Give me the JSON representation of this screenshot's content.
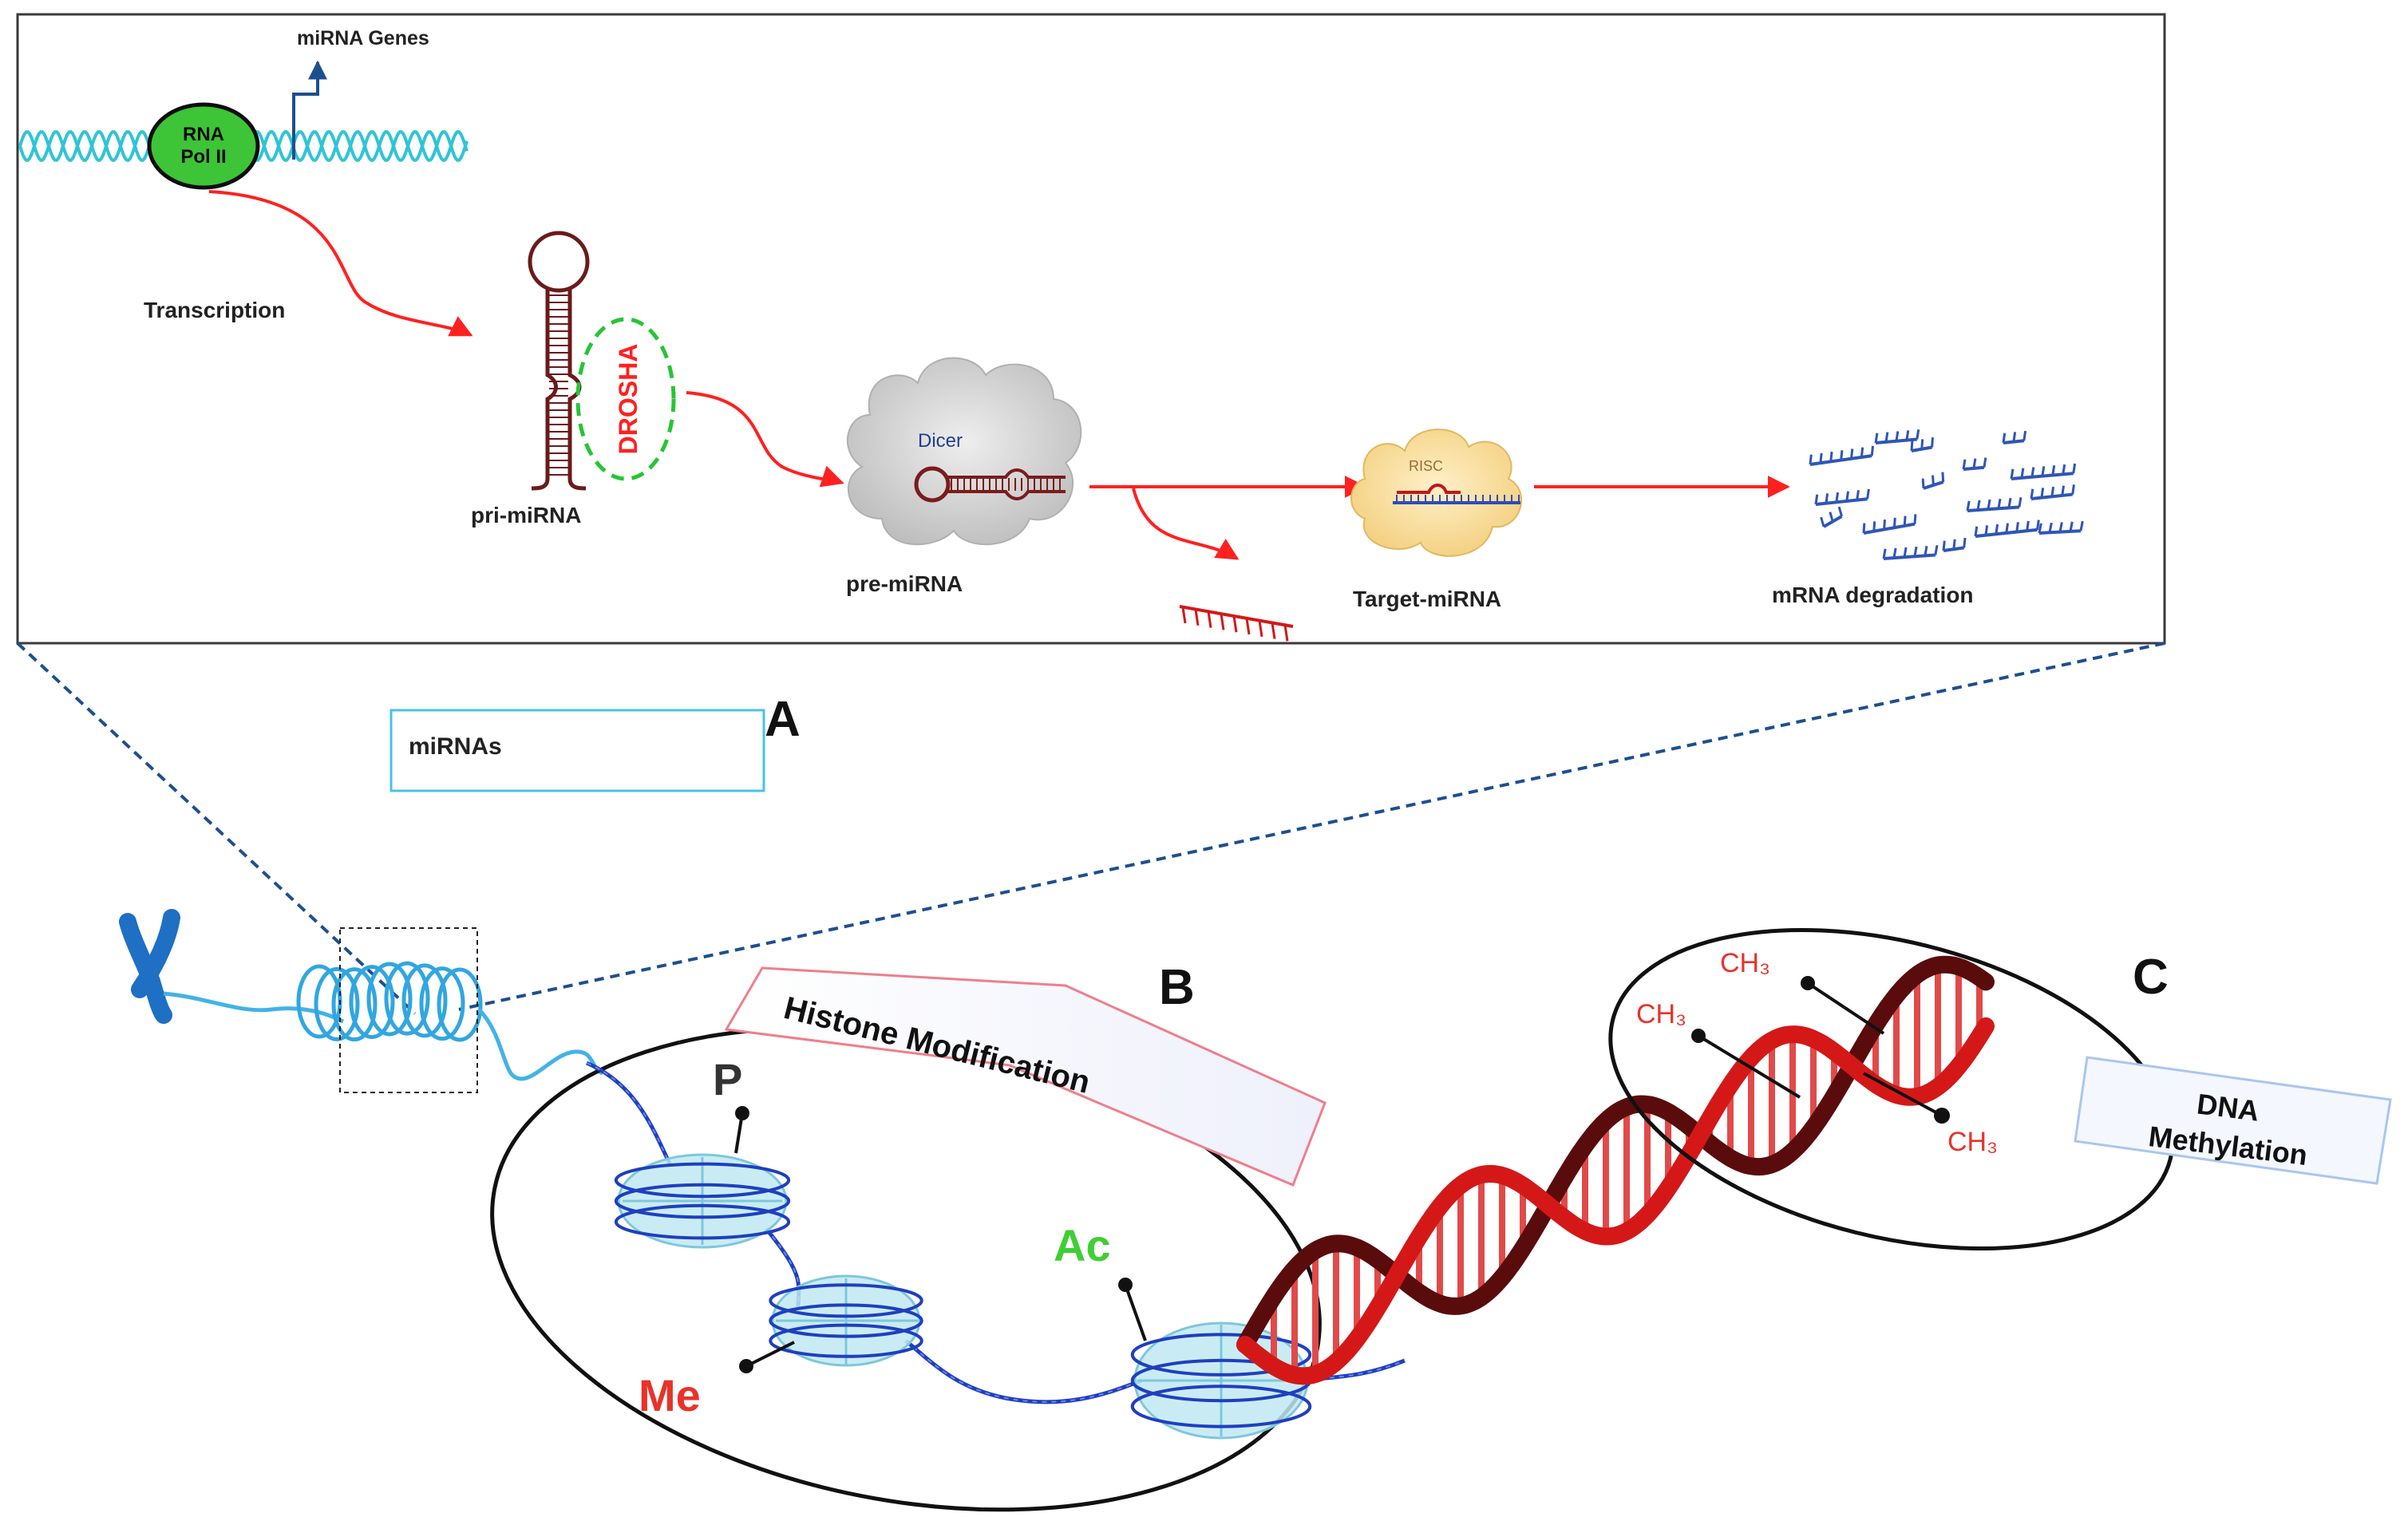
{
  "panel_a": {
    "gene_label": "miRNA Genes",
    "polymerase_label_1": "RNA",
    "polymerase_label_2": "Pol II",
    "step_transcription": "Transcription",
    "enzyme_drosha": "DROSHA",
    "stage_pri": "pri-miRNA",
    "enzyme_dicer": "Dicer",
    "stage_pre": "pre-miRNA",
    "complex_risc": "RISC",
    "stage_target": "Target-miRNA",
    "stage_degradation": "mRNA degradation",
    "legend_box": "miRNAs",
    "letter": "A"
  },
  "panel_b": {
    "title": "Histone Modification",
    "letter": "B",
    "mark_phospho": "P",
    "mark_acetyl": "Ac",
    "mark_methyl": "Me"
  },
  "panel_c": {
    "title_line1": "DNA",
    "title_line2": "Methylation",
    "letter": "C",
    "methyl_group": "CH₃"
  },
  "colors": {
    "arrow_red": "#ff2020",
    "polymerase_green": "#3ec437",
    "dna_cyan": "#2fc4d6",
    "chromatin_blue": "#1f3fbf",
    "dna_red": "#d41818",
    "dna_dark": "#5a0c0c",
    "acetyl_green": "#3fcf34",
    "methyl_red": "#e8322a",
    "leader_blue": "#1d4f8f"
  }
}
